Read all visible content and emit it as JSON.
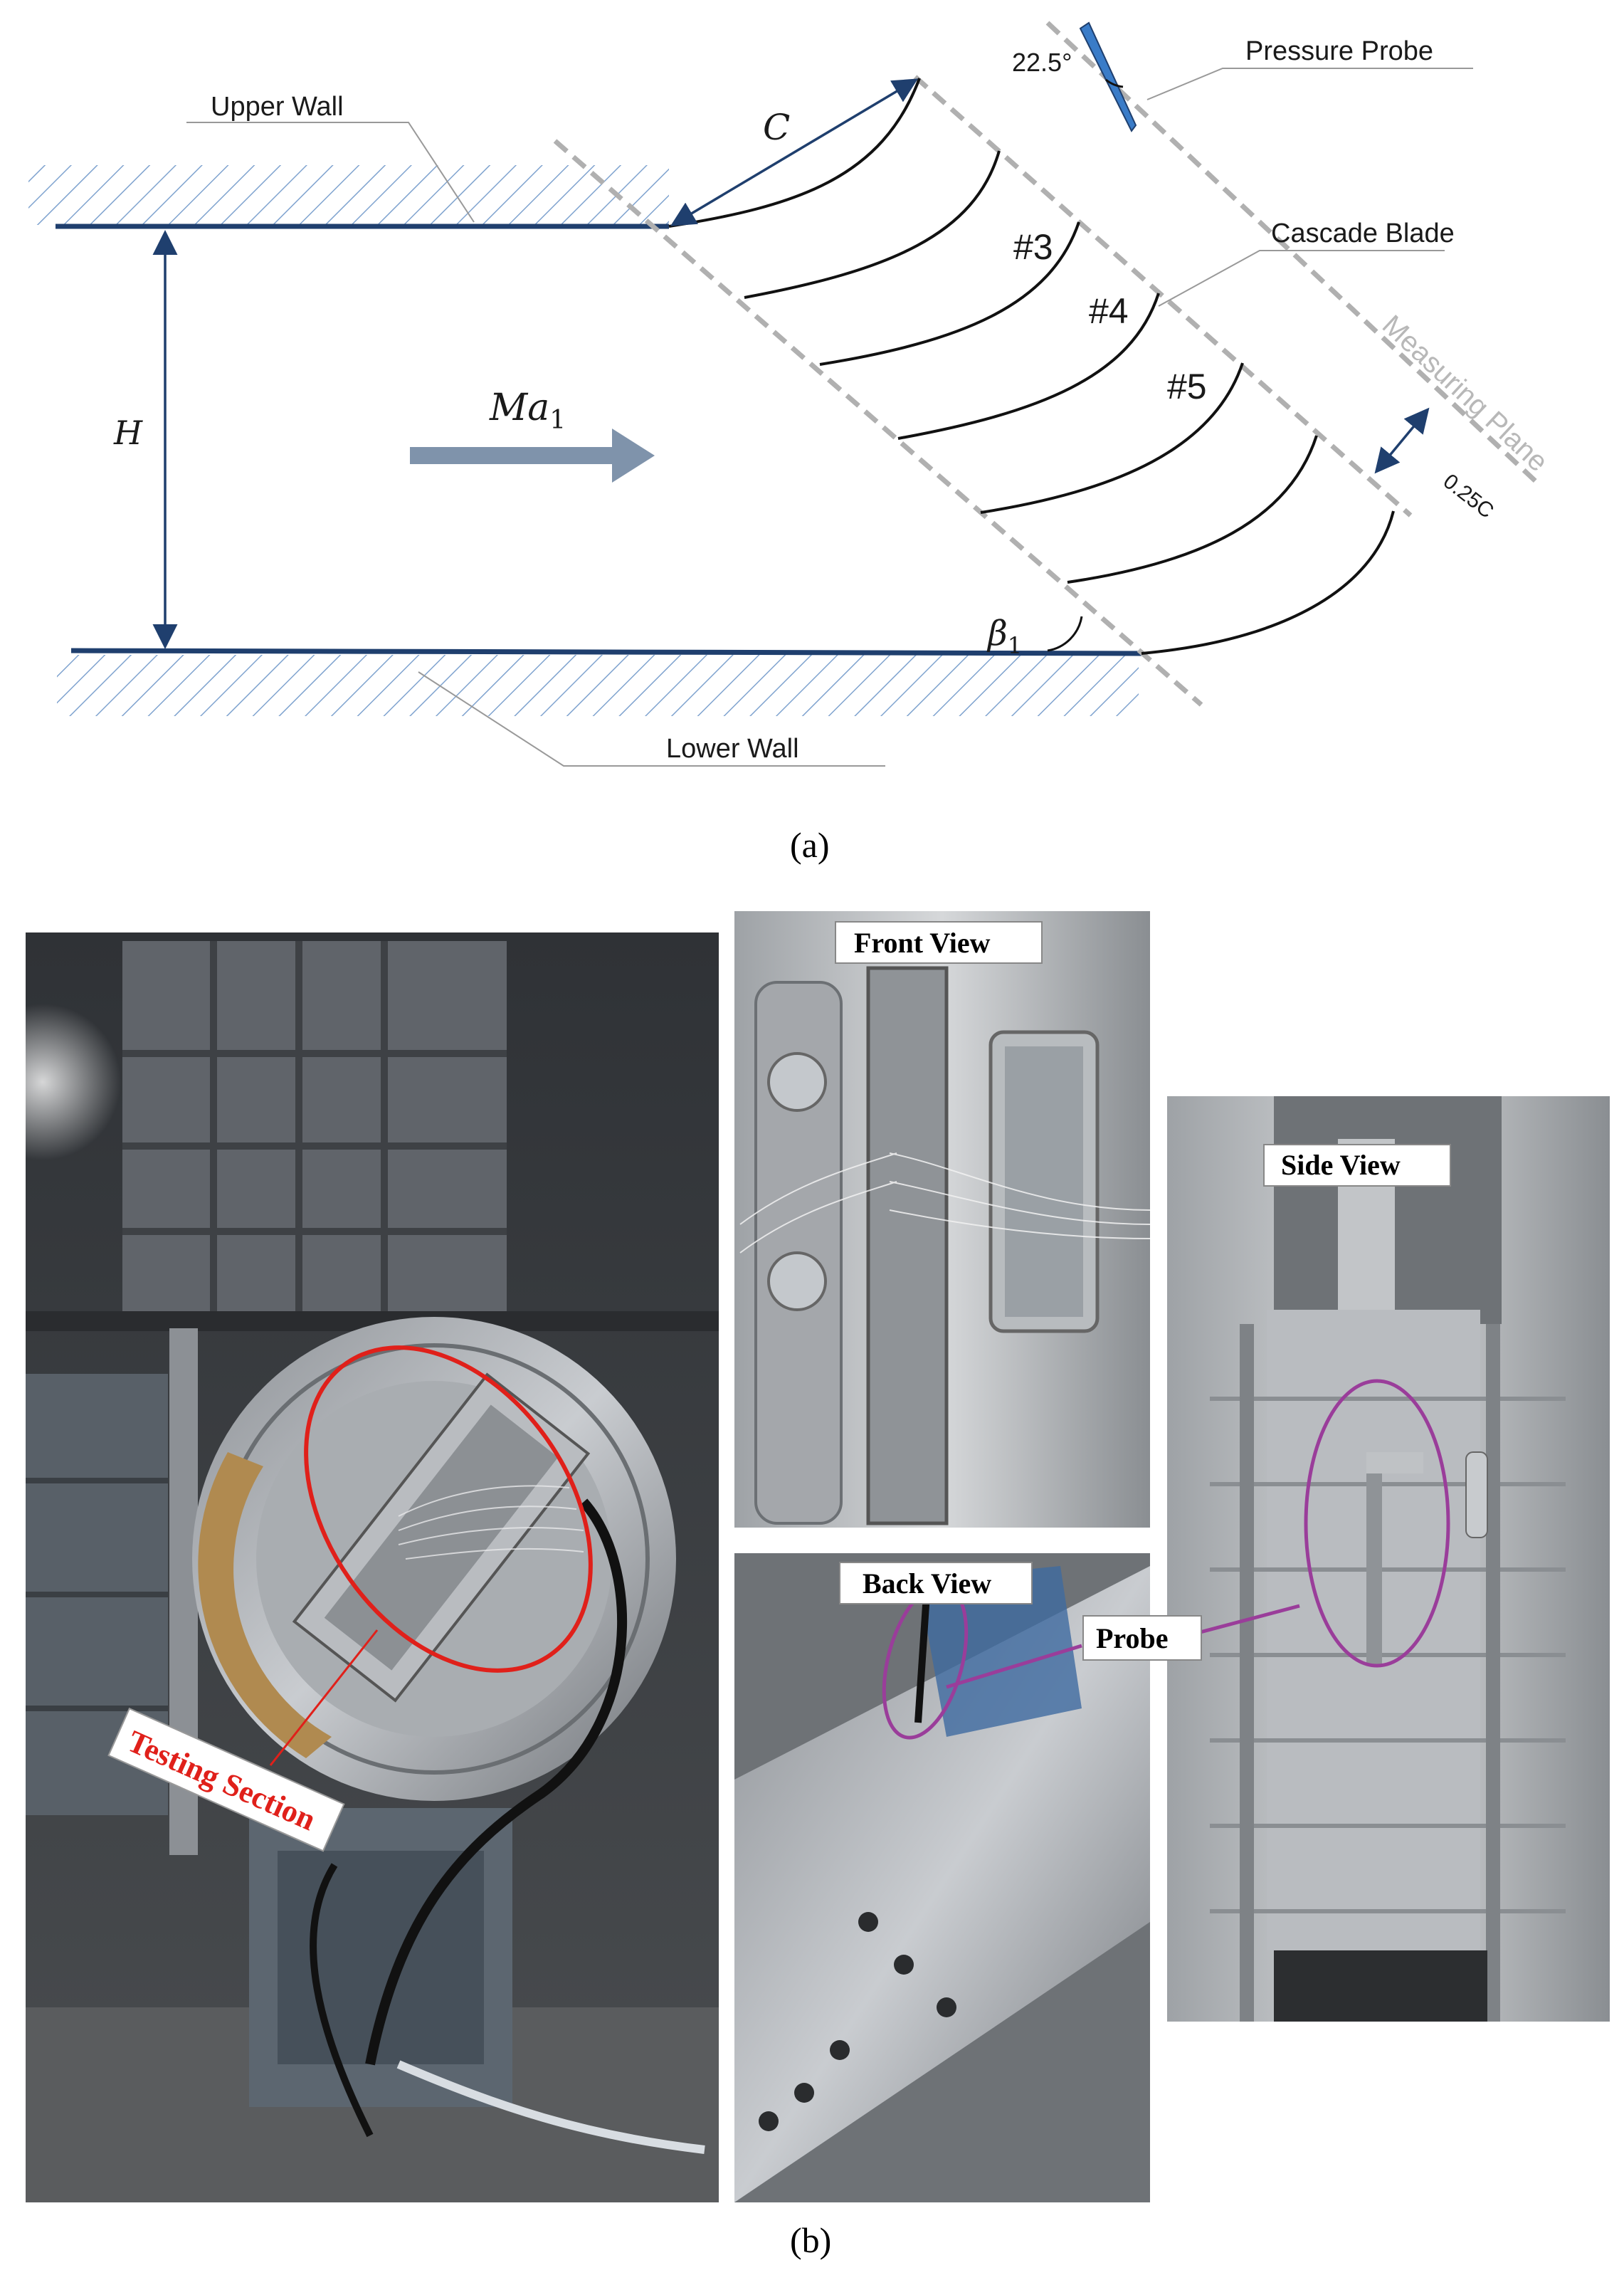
{
  "labels": {
    "upper_wall": "Upper Wall",
    "lower_wall": "Lower Wall",
    "pressure_probe": "Pressure Probe",
    "cascade_blade": "Cascade Blade",
    "measuring_plane": "Measuring Plane",
    "probe_angle": "22.5°",
    "chord_symbol": "C",
    "height_symbol": "H",
    "mach_symbol": "Ma",
    "mach_subscript": "1",
    "beta_symbol": "β",
    "beta_subscript": "1",
    "offset": "0.25C",
    "blade_3": "#3",
    "blade_4": "#4",
    "blade_5": "#5",
    "panel_a": "(a)",
    "panel_b": "(b)"
  },
  "photos": {
    "front_view": "Front View",
    "side_view": "Side View",
    "back_view": "Back View",
    "probe": "Probe",
    "testing_section": "Testing Section"
  },
  "colors": {
    "wall": "#1f3f6e",
    "dashed": "#b0b0b0",
    "arrow": "#7f93ab",
    "probe": "#3a7cc8",
    "highlight_red": "#e0201a",
    "highlight_purple": "#9a3d9a"
  }
}
